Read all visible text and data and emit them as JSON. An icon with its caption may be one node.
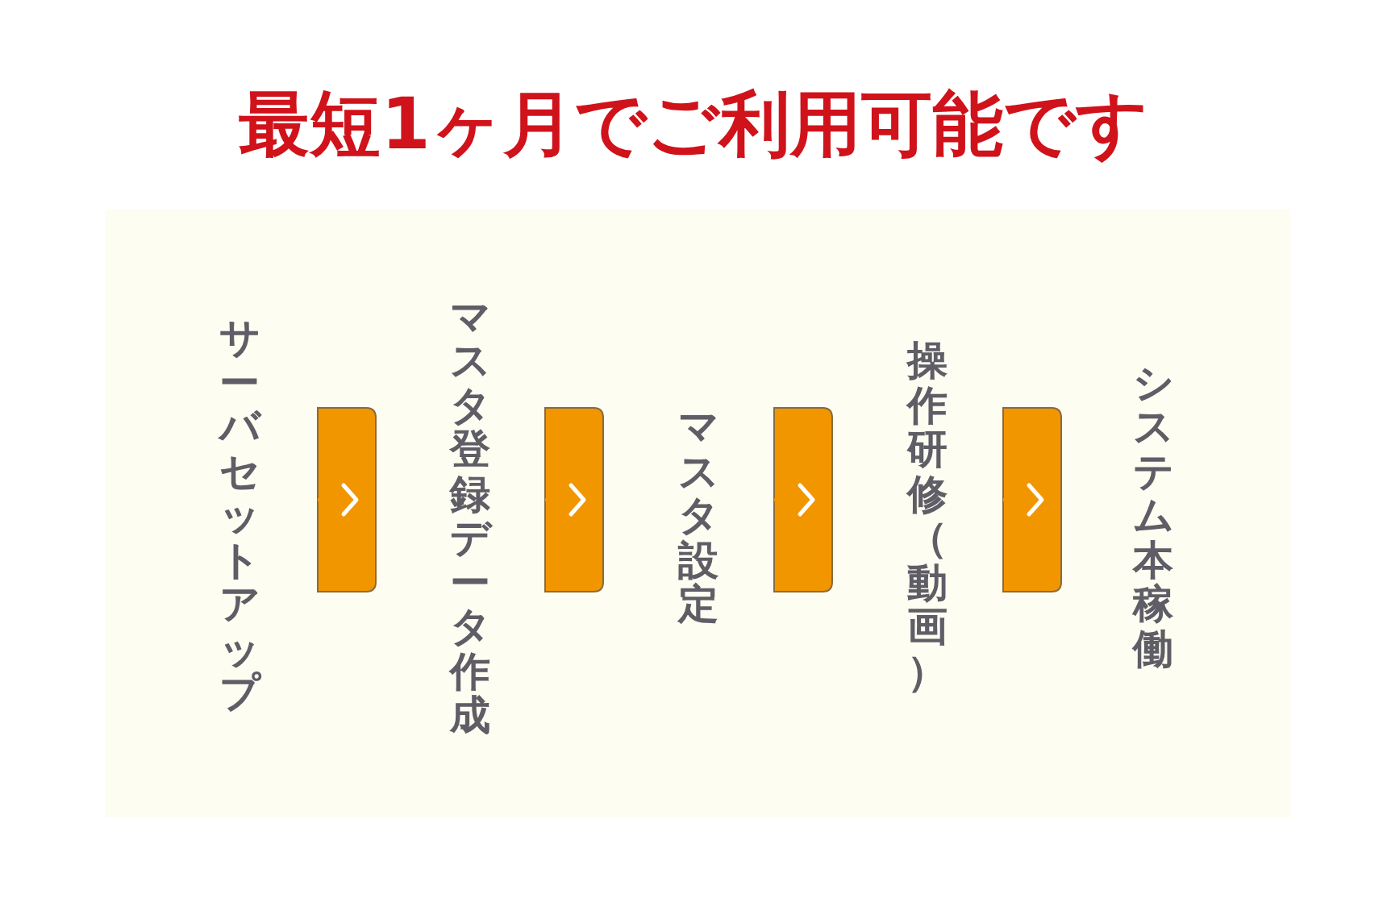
{
  "diagram": {
    "title": "最短1ヶ月でご利用可能です",
    "nodes": [
      {
        "text": [
          "サーバセットアップ"
        ]
      },
      {
        "text": [
          "マスタ登録データ作成"
        ]
      },
      {
        "text": [
          "マスタ設定"
        ]
      },
      {
        "text": [
          "操作研修（動画）"
        ]
      },
      {
        "text": [
          "システム本稼働"
        ]
      }
    ],
    "edges": [
      {
        "from": 0,
        "to": 1,
        "arrow": "to"
      },
      {
        "from": 1,
        "to": 2,
        "arrow": "to"
      },
      {
        "from": 2,
        "to": 3,
        "arrow": "to"
      },
      {
        "from": 3,
        "to": 4,
        "arrow": "to"
      }
    ]
  }
}
